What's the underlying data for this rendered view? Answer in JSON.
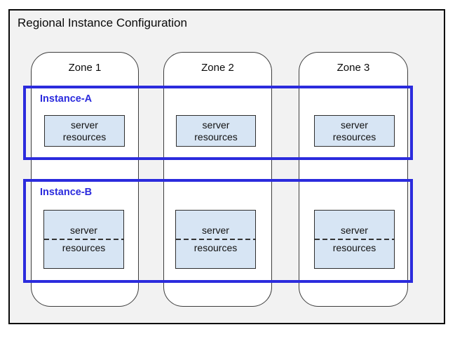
{
  "diagram": {
    "title": "Regional Instance Configuration",
    "zones": [
      {
        "label": "Zone 1"
      },
      {
        "label": "Zone 2"
      },
      {
        "label": "Zone 3"
      }
    ],
    "instances": [
      {
        "label": "Instance-A",
        "resource_boxes": 3,
        "resource_box_style": "solid"
      },
      {
        "label": "Instance-B",
        "resource_boxes": 3,
        "resource_box_style": "dashed-split"
      }
    ],
    "resource_box": {
      "line1": "server",
      "line2": "resources"
    },
    "colors": {
      "instance_blue": "#2b2bdd",
      "resource_fill": "#d7e5f4",
      "region_fill": "#f2f2f2",
      "zone_fill": "#ffffff",
      "border_dark": "#2e2e2e"
    }
  }
}
